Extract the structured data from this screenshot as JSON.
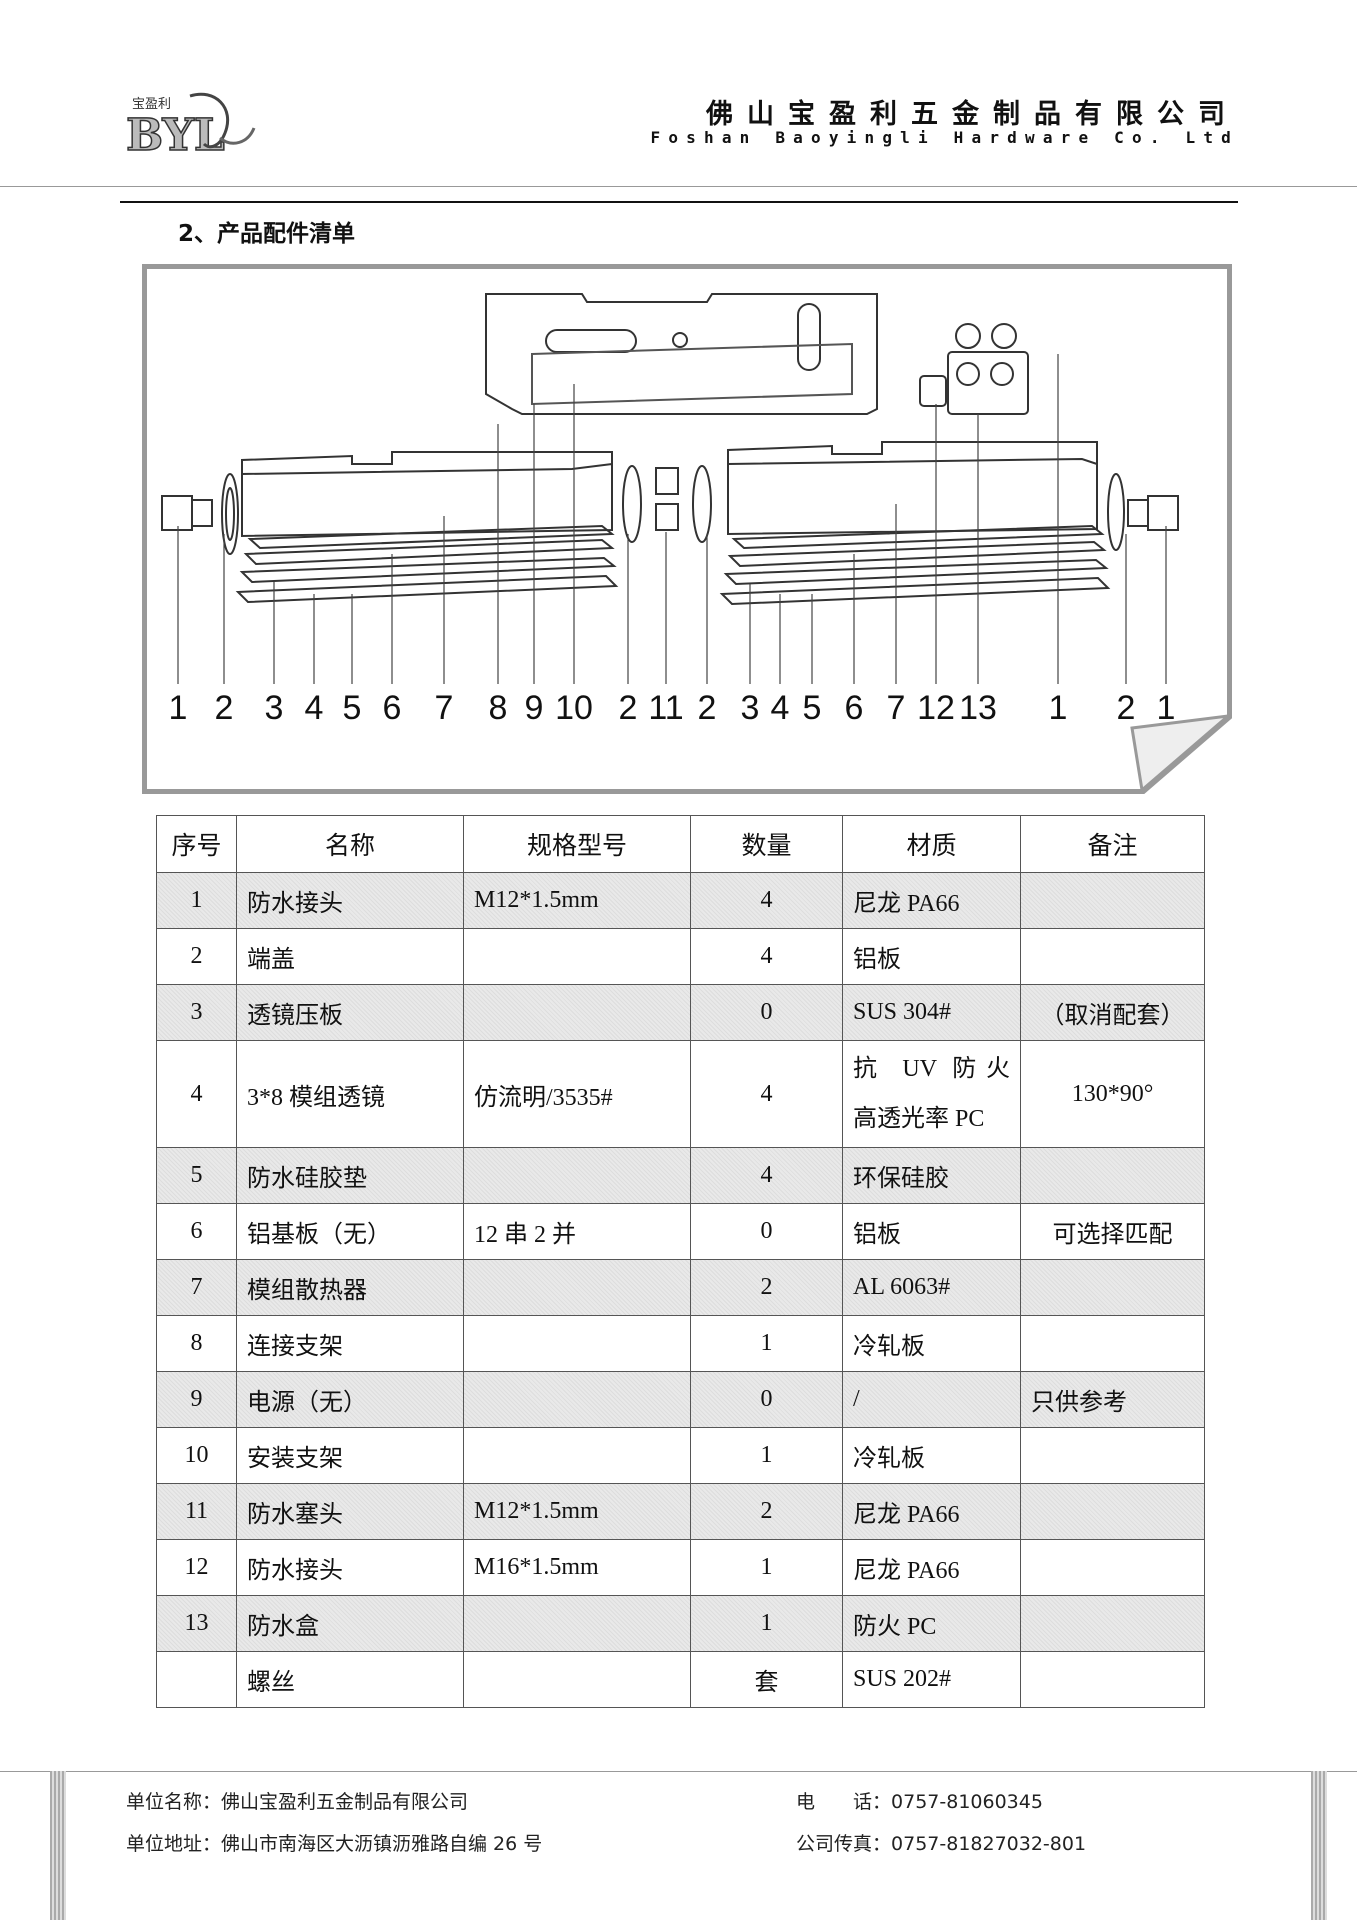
{
  "header": {
    "logo_cn": "宝盈利",
    "logo_en": "BYL",
    "company_cn": "佛山宝盈利五金制品有限公司",
    "company_en": "Foshan Baoyingli Hardware Co. Ltd"
  },
  "section_title": "2、产品配件清单",
  "diagram": {
    "labels": [
      "1",
      "2",
      "3",
      "4",
      "5",
      "6",
      "7",
      "8",
      "9",
      "10",
      "2",
      "11",
      "2",
      "3",
      "4",
      "5",
      "6",
      "7",
      "12",
      "13",
      "1",
      "2",
      "1"
    ]
  },
  "table": {
    "headers": [
      "序号",
      "名称",
      "规格型号",
      "数量",
      "材质",
      "备注"
    ],
    "rows": [
      {
        "no": "1",
        "name": "防水接头",
        "spec": "M12*1.5mm",
        "qty": "4",
        "material": "尼龙 PA66",
        "note": ""
      },
      {
        "no": "2",
        "name": "端盖",
        "spec": "",
        "qty": "4",
        "material": "铝板",
        "note": ""
      },
      {
        "no": "3",
        "name": "透镜压板",
        "spec": "",
        "qty": "0",
        "material": "SUS 304#",
        "note": "（取消配套）"
      },
      {
        "no": "4",
        "name": "3*8 模组透镜",
        "spec": "仿流明/3535#",
        "qty": "4",
        "material": "抗 UV 防火",
        "material2": "高透光率 PC",
        "note": "130*90°"
      },
      {
        "no": "5",
        "name": "防水硅胶垫",
        "spec": "",
        "qty": "4",
        "material": "环保硅胶",
        "note": ""
      },
      {
        "no": "6",
        "name": "铝基板（无）",
        "spec": "12 串 2 并",
        "qty": "0",
        "material": "铝板",
        "note": "可选择匹配"
      },
      {
        "no": "7",
        "name": "模组散热器",
        "spec": "",
        "qty": "2",
        "material": "AL 6063#",
        "note": ""
      },
      {
        "no": "8",
        "name": "连接支架",
        "spec": "",
        "qty": "1",
        "material": "冷轧板",
        "note": ""
      },
      {
        "no": "9",
        "name": "电源（无）",
        "spec": "",
        "qty": "0",
        "material": "/",
        "note": "只供参考"
      },
      {
        "no": "10",
        "name": "安装支架",
        "spec": "",
        "qty": "1",
        "material": "冷轧板",
        "note": ""
      },
      {
        "no": "11",
        "name": "防水塞头",
        "spec": "M12*1.5mm",
        "qty": "2",
        "material": "尼龙 PA66",
        "note": ""
      },
      {
        "no": "12",
        "name": "防水接头",
        "spec": "M16*1.5mm",
        "qty": "1",
        "material": "尼龙 PA66",
        "note": ""
      },
      {
        "no": "13",
        "name": "防水盒",
        "spec": "",
        "qty": "1",
        "material": "防火 PC",
        "note": ""
      },
      {
        "no": "",
        "name": "螺丝",
        "spec": "",
        "qty": "套",
        "material": "SUS 202#",
        "note": ""
      }
    ]
  },
  "footer": {
    "unit_name_label": "单位名称：",
    "unit_name": "佛山宝盈利五金制品有限公司",
    "address_label": "单位地址：",
    "address": "佛山市南海区大沥镇沥雅路自编 26 号",
    "phone_label": "电　　话：",
    "phone": "0757-81060345",
    "fax_label": "公司传真：",
    "fax": "0757-81827032-801"
  }
}
